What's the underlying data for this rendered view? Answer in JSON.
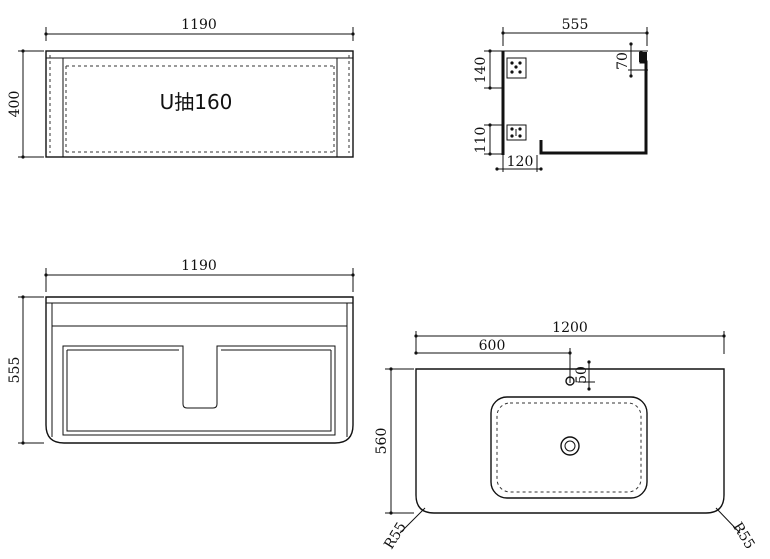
{
  "front_view": {
    "width_dim": "1190",
    "height_dim": "400",
    "drawer_label": "U抽160"
  },
  "side_section": {
    "depth_dim": "555",
    "top_hardware_dim": "140",
    "top_edge_dim": "70",
    "bottom_hardware_dim": "110",
    "bottom_offset_dim": "120"
  },
  "plan_view": {
    "width_dim": "1190",
    "depth_dim": "555"
  },
  "basin_top_view": {
    "total_width_dim": "1200",
    "center_dim": "600",
    "tap_hole_dim": "50",
    "depth_dim": "560",
    "left_radius_dim": "R55",
    "right_radius_dim": "R55"
  }
}
